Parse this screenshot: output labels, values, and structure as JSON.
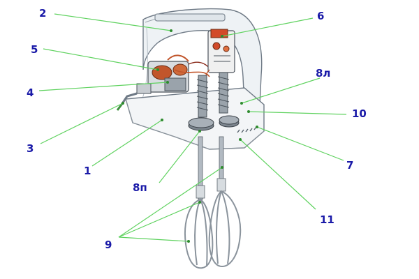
{
  "figure": {
    "subject": "hand-mixer-cutaway",
    "colors": {
      "label": "#1a1aa8",
      "leader": "#5fd25f",
      "housing_stroke": "#6f7a86",
      "motor_copper": "#c1552b",
      "gear_gray": "#7c858e",
      "beater_steel": "#8a939c"
    }
  },
  "callouts": [
    {
      "id": "c1",
      "label": "1"
    },
    {
      "id": "c2",
      "label": "2"
    },
    {
      "id": "c3",
      "label": "3"
    },
    {
      "id": "c4",
      "label": "4"
    },
    {
      "id": "c5",
      "label": "5"
    },
    {
      "id": "c6",
      "label": "6"
    },
    {
      "id": "c7",
      "label": "7"
    },
    {
      "id": "c8l",
      "label": "8л"
    },
    {
      "id": "c8p",
      "label": "8п"
    },
    {
      "id": "c9",
      "label": "9"
    },
    {
      "id": "c10",
      "label": "10"
    },
    {
      "id": "c11",
      "label": "11"
    }
  ]
}
